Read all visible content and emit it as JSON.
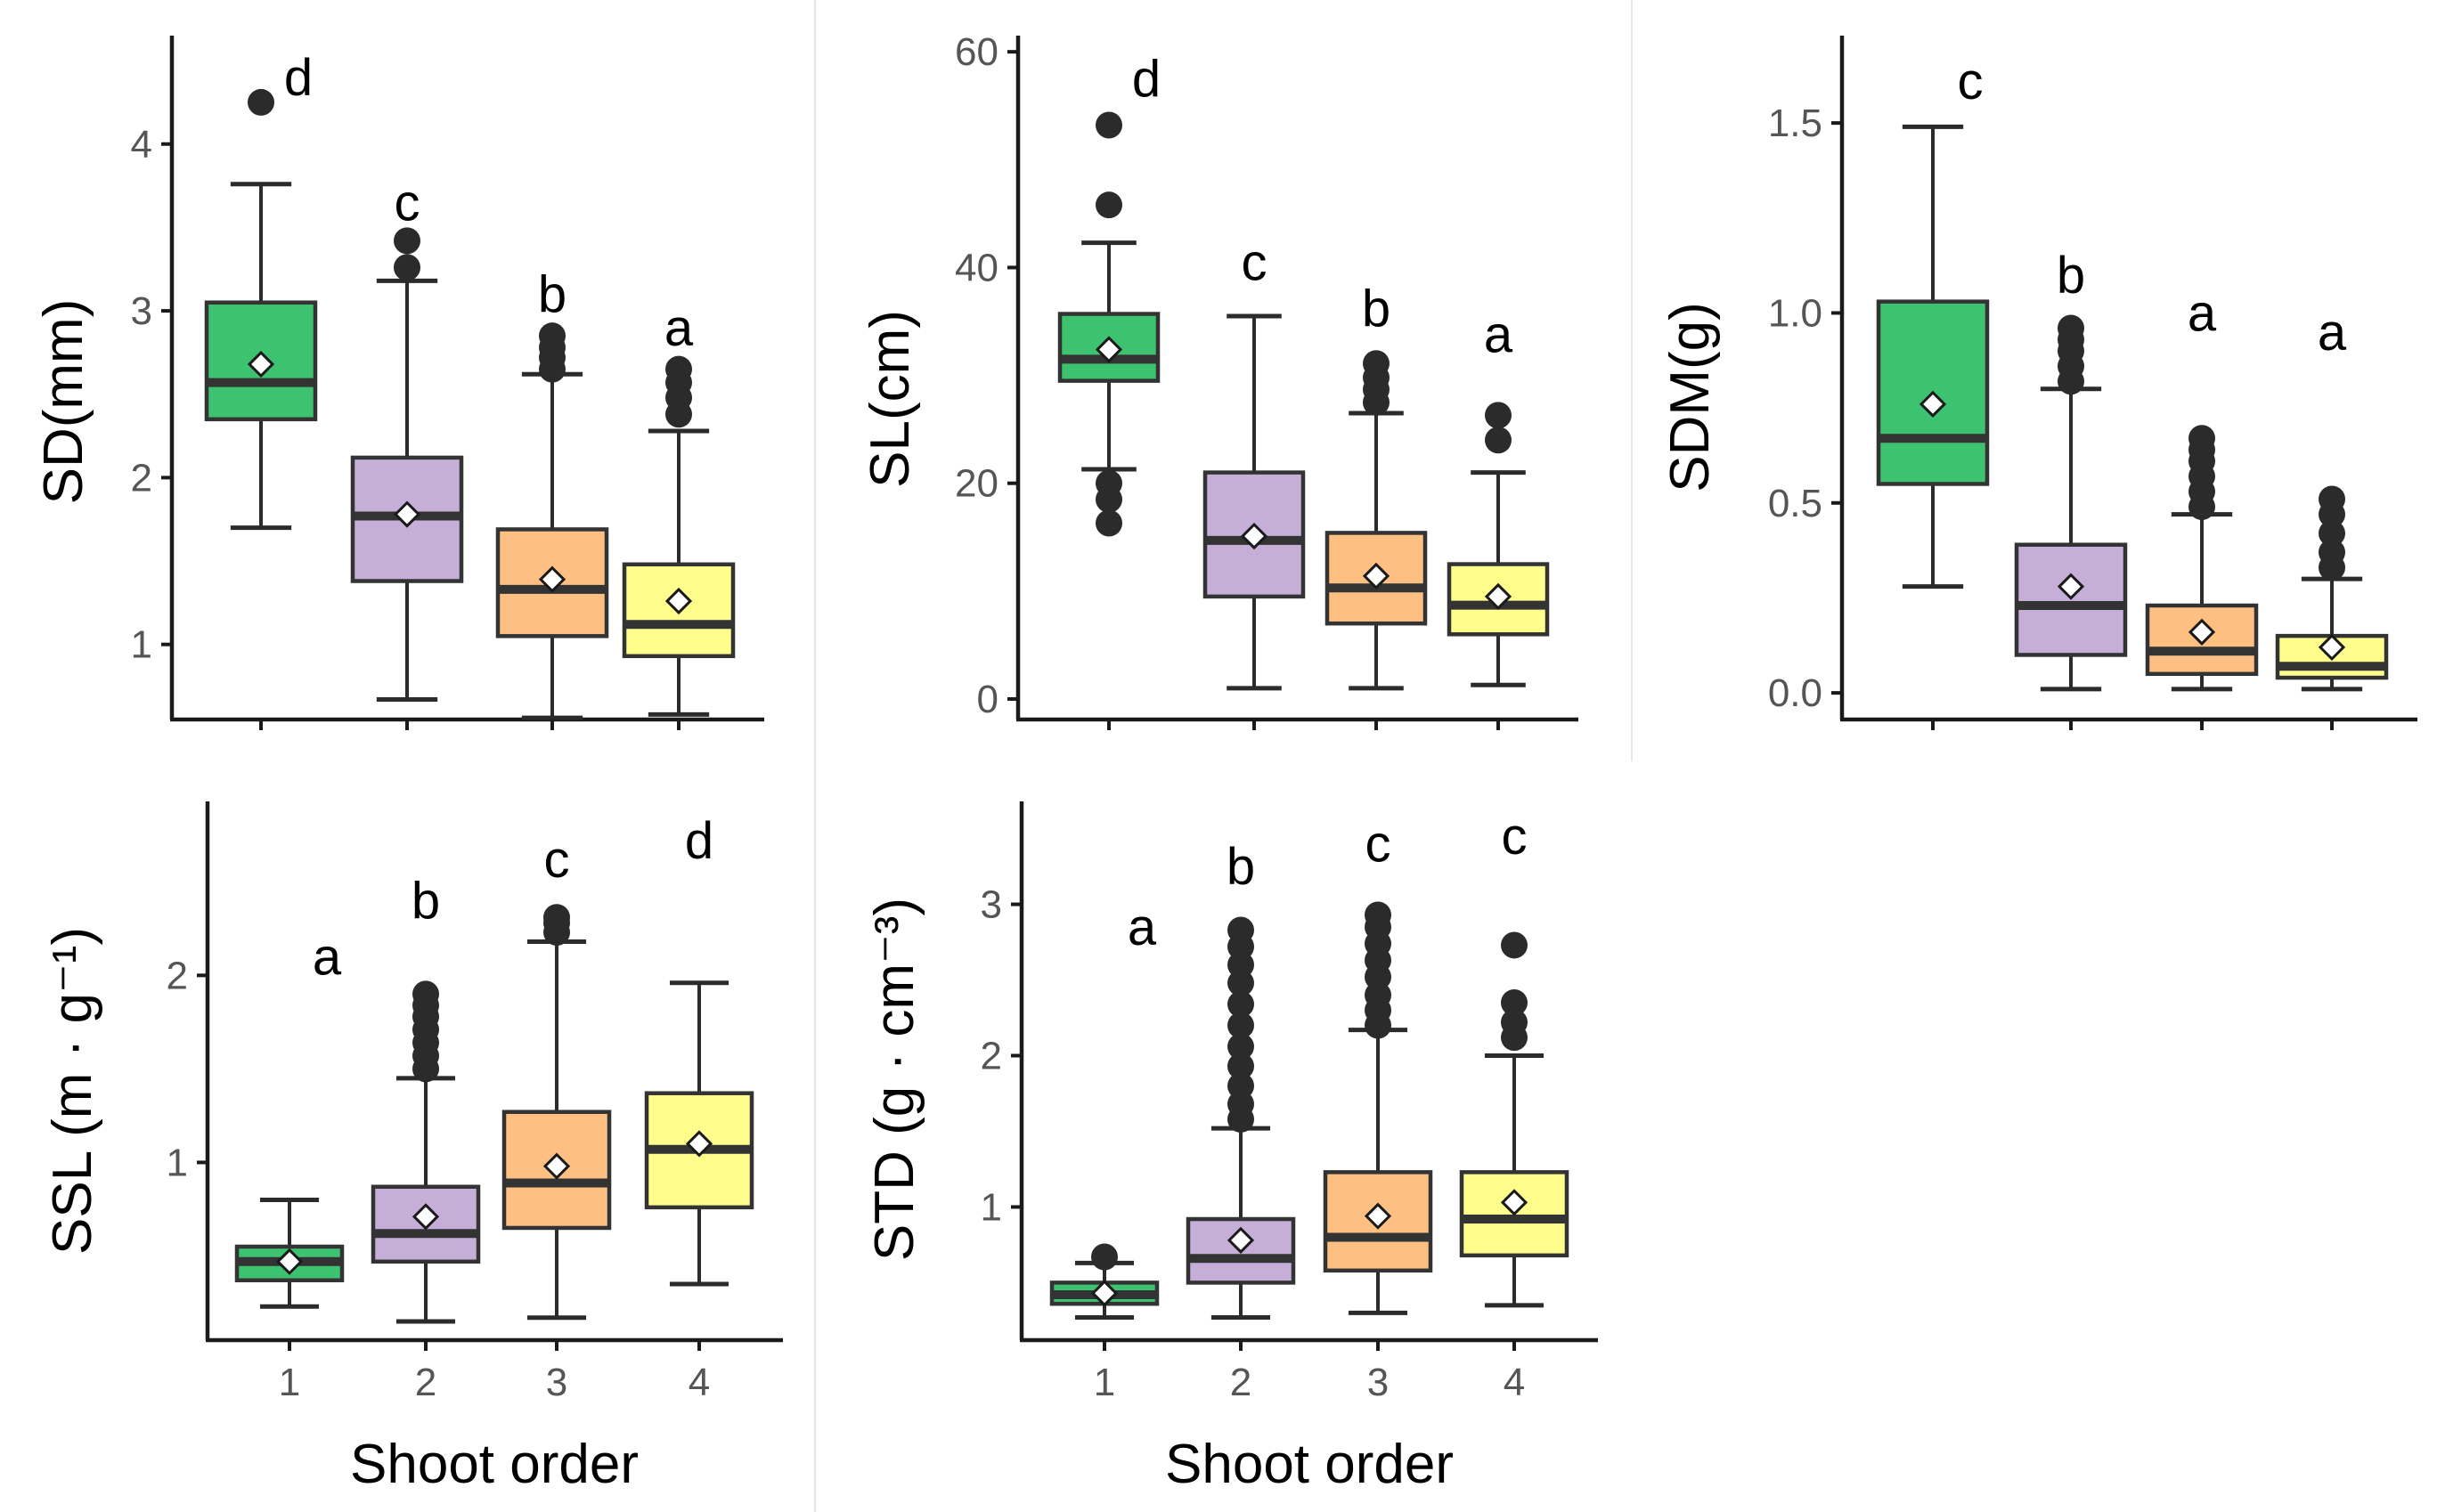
{
  "figure": {
    "group_colors": [
      "#3dc270",
      "#c5aed7",
      "#fdbf82",
      "#fffe8c"
    ],
    "mean_marker": "diamond-icon"
  },
  "chart_data": [
    {
      "type": "box",
      "ylabel": "SD(mm)",
      "xlabel": "",
      "categories": [
        "1",
        "2",
        "3",
        "4"
      ],
      "ylim": [
        0.55,
        4.65
      ],
      "yticks": [
        1,
        2,
        3,
        4
      ],
      "yticklabels": [
        "1",
        "2",
        "3",
        "4"
      ],
      "show_x_ticks": false,
      "letter_scale": "absolute",
      "groups": [
        {
          "letter": "d",
          "letter_y": 4.4,
          "whisker_low": 1.7,
          "q1": 2.35,
          "median": 2.57,
          "q3": 3.05,
          "whisker_high": 3.76,
          "mean": 2.68,
          "outliers": [
            4.25
          ]
        },
        {
          "letter": "c",
          "letter_y": 3.65,
          "whisker_low": 0.67,
          "q1": 1.38,
          "median": 1.77,
          "q3": 2.12,
          "whisker_high": 3.18,
          "mean": 1.78,
          "outliers": [
            3.26,
            3.42
          ]
        },
        {
          "letter": "b",
          "letter_y": 3.1,
          "whisker_low": 0.56,
          "q1": 1.05,
          "median": 1.33,
          "q3": 1.69,
          "whisker_high": 2.62,
          "mean": 1.39,
          "outliers": [
            2.65,
            2.72,
            2.78,
            2.85
          ]
        },
        {
          "letter": "a",
          "letter_y": 2.9,
          "whisker_low": 0.58,
          "q1": 0.93,
          "median": 1.12,
          "q3": 1.48,
          "whisker_high": 2.28,
          "mean": 1.26,
          "outliers": [
            2.38,
            2.48,
            2.57,
            2.65
          ]
        }
      ]
    },
    {
      "type": "box",
      "ylabel": "SL(cm)",
      "xlabel": "",
      "categories": [
        "1",
        "2",
        "3",
        "4"
      ],
      "ylim": [
        -1.9,
        61.5
      ],
      "yticks": [
        0,
        20,
        40,
        60
      ],
      "yticklabels": [
        "0",
        "20",
        "40",
        "60"
      ],
      "show_x_ticks": false,
      "letter_scale": "absolute",
      "groups": [
        {
          "letter": "d",
          "letter_y": 57.5,
          "whisker_low": 21.3,
          "q1": 29.5,
          "median": 31.5,
          "q3": 35.7,
          "whisker_high": 42.3,
          "mean": 32.4,
          "outliers": [
            16.3,
            18.5,
            20.0,
            45.8,
            53.2
          ]
        },
        {
          "letter": "c",
          "letter_y": 40.5,
          "whisker_low": 1.0,
          "q1": 9.5,
          "median": 14.7,
          "q3": 21.0,
          "whisker_high": 35.5,
          "mean": 15.1,
          "outliers": []
        },
        {
          "letter": "b",
          "letter_y": 36.2,
          "whisker_low": 1.0,
          "q1": 7.0,
          "median": 10.3,
          "q3": 15.4,
          "whisker_high": 26.5,
          "mean": 11.4,
          "outliers": [
            27.5,
            28.7,
            29.8,
            31.1
          ]
        },
        {
          "letter": "a",
          "letter_y": 33.8,
          "whisker_low": 1.3,
          "q1": 6.0,
          "median": 8.7,
          "q3": 12.5,
          "whisker_high": 21.0,
          "mean": 9.5,
          "outliers": [
            24.0,
            26.3
          ]
        }
      ]
    },
    {
      "type": "box",
      "ylabel": "SDM(g)",
      "xlabel": "",
      "categories": [
        "1",
        "2",
        "3",
        "4"
      ],
      "ylim": [
        -0.07,
        1.73
      ],
      "yticks": [
        0.0,
        0.5,
        1.0,
        1.5
      ],
      "yticklabels": [
        "0.0",
        "0.5",
        "1.0",
        "1.5"
      ],
      "show_x_ticks": false,
      "letter_scale": "absolute",
      "groups": [
        {
          "letter": "c",
          "letter_y": 1.61,
          "whisker_low": 0.28,
          "q1": 0.55,
          "median": 0.67,
          "q3": 1.03,
          "whisker_high": 1.49,
          "mean": 0.76,
          "outliers": []
        },
        {
          "letter": "b",
          "letter_y": 1.1,
          "whisker_low": 0.01,
          "q1": 0.1,
          "median": 0.23,
          "q3": 0.39,
          "whisker_high": 0.8,
          "mean": 0.28,
          "outliers": [
            0.82,
            0.86,
            0.9,
            0.93,
            0.96
          ]
        },
        {
          "letter": "a",
          "letter_y": 1.0,
          "whisker_low": 0.01,
          "q1": 0.05,
          "median": 0.11,
          "q3": 0.23,
          "whisker_high": 0.47,
          "mean": 0.16,
          "outliers": [
            0.49,
            0.53,
            0.57,
            0.61,
            0.64,
            0.67
          ]
        },
        {
          "letter": "a",
          "letter_y": 0.95,
          "whisker_low": 0.01,
          "q1": 0.04,
          "median": 0.07,
          "q3": 0.15,
          "whisker_high": 0.3,
          "mean": 0.12,
          "outliers": [
            0.33,
            0.37,
            0.42,
            0.47,
            0.51
          ]
        }
      ]
    },
    {
      "type": "box",
      "ylabel": "SSL (m · g⁻¹)",
      "xlabel": "Shoot order",
      "categories": [
        "1",
        "2",
        "3",
        "4"
      ],
      "ylim": [
        0.05,
        2.93
      ],
      "yticks": [
        1,
        2
      ],
      "yticklabels": [
        "1",
        "2"
      ],
      "show_x_ticks": true,
      "letter_scale": "absolute",
      "groups": [
        {
          "letter": "a",
          "letter_y": 2.1,
          "whisker_low": 0.23,
          "q1": 0.37,
          "median": 0.47,
          "q3": 0.55,
          "whisker_high": 0.8,
          "mean": 0.47,
          "outliers": []
        },
        {
          "letter": "b",
          "letter_y": 2.4,
          "whisker_low": 0.15,
          "q1": 0.47,
          "median": 0.62,
          "q3": 0.87,
          "whisker_high": 1.45,
          "mean": 0.71,
          "outliers": [
            1.5,
            1.57,
            1.64,
            1.71,
            1.78,
            1.84,
            1.9
          ]
        },
        {
          "letter": "c",
          "letter_y": 2.62,
          "whisker_low": 0.17,
          "q1": 0.65,
          "median": 0.89,
          "q3": 1.27,
          "whisker_high": 2.18,
          "mean": 0.98,
          "outliers": [
            2.23,
            2.28,
            2.31
          ]
        },
        {
          "letter": "d",
          "letter_y": 2.72,
          "whisker_low": 0.35,
          "q1": 0.76,
          "median": 1.07,
          "q3": 1.37,
          "whisker_high": 1.96,
          "mean": 1.1,
          "outliers": []
        }
      ]
    },
    {
      "type": "box",
      "ylabel": "STD (g · cm⁻³)",
      "xlabel": "Shoot order",
      "categories": [
        "1",
        "2",
        "3",
        "4"
      ],
      "ylim": [
        0.12,
        3.68
      ],
      "yticks": [
        1,
        2,
        3
      ],
      "yticklabels": [
        "1",
        "2",
        "3"
      ],
      "show_x_ticks": true,
      "letter_scale": "absolute",
      "groups": [
        {
          "letter": "a",
          "letter_y": 2.85,
          "whisker_low": 0.27,
          "q1": 0.36,
          "median": 0.42,
          "q3": 0.5,
          "whisker_high": 0.63,
          "mean": 0.43,
          "outliers": [
            0.67
          ]
        },
        {
          "letter": "b",
          "letter_y": 3.25,
          "whisker_low": 0.27,
          "q1": 0.5,
          "median": 0.66,
          "q3": 0.92,
          "whisker_high": 1.52,
          "mean": 0.78,
          "outliers": [
            1.58,
            1.68,
            1.8,
            1.93,
            2.06,
            2.2,
            2.34,
            2.48,
            2.6,
            2.72,
            2.83
          ]
        },
        {
          "letter": "c",
          "letter_y": 3.4,
          "whisker_low": 0.3,
          "q1": 0.58,
          "median": 0.8,
          "q3": 1.23,
          "whisker_high": 2.17,
          "mean": 0.94,
          "outliers": [
            2.2,
            2.3,
            2.4,
            2.52,
            2.63,
            2.74,
            2.85,
            2.93
          ]
        },
        {
          "letter": "c",
          "letter_y": 3.45,
          "whisker_low": 0.35,
          "q1": 0.68,
          "median": 0.92,
          "q3": 1.23,
          "whisker_high": 2.0,
          "mean": 1.03,
          "outliers": [
            2.12,
            2.22,
            2.35,
            2.73
          ]
        }
      ]
    }
  ]
}
